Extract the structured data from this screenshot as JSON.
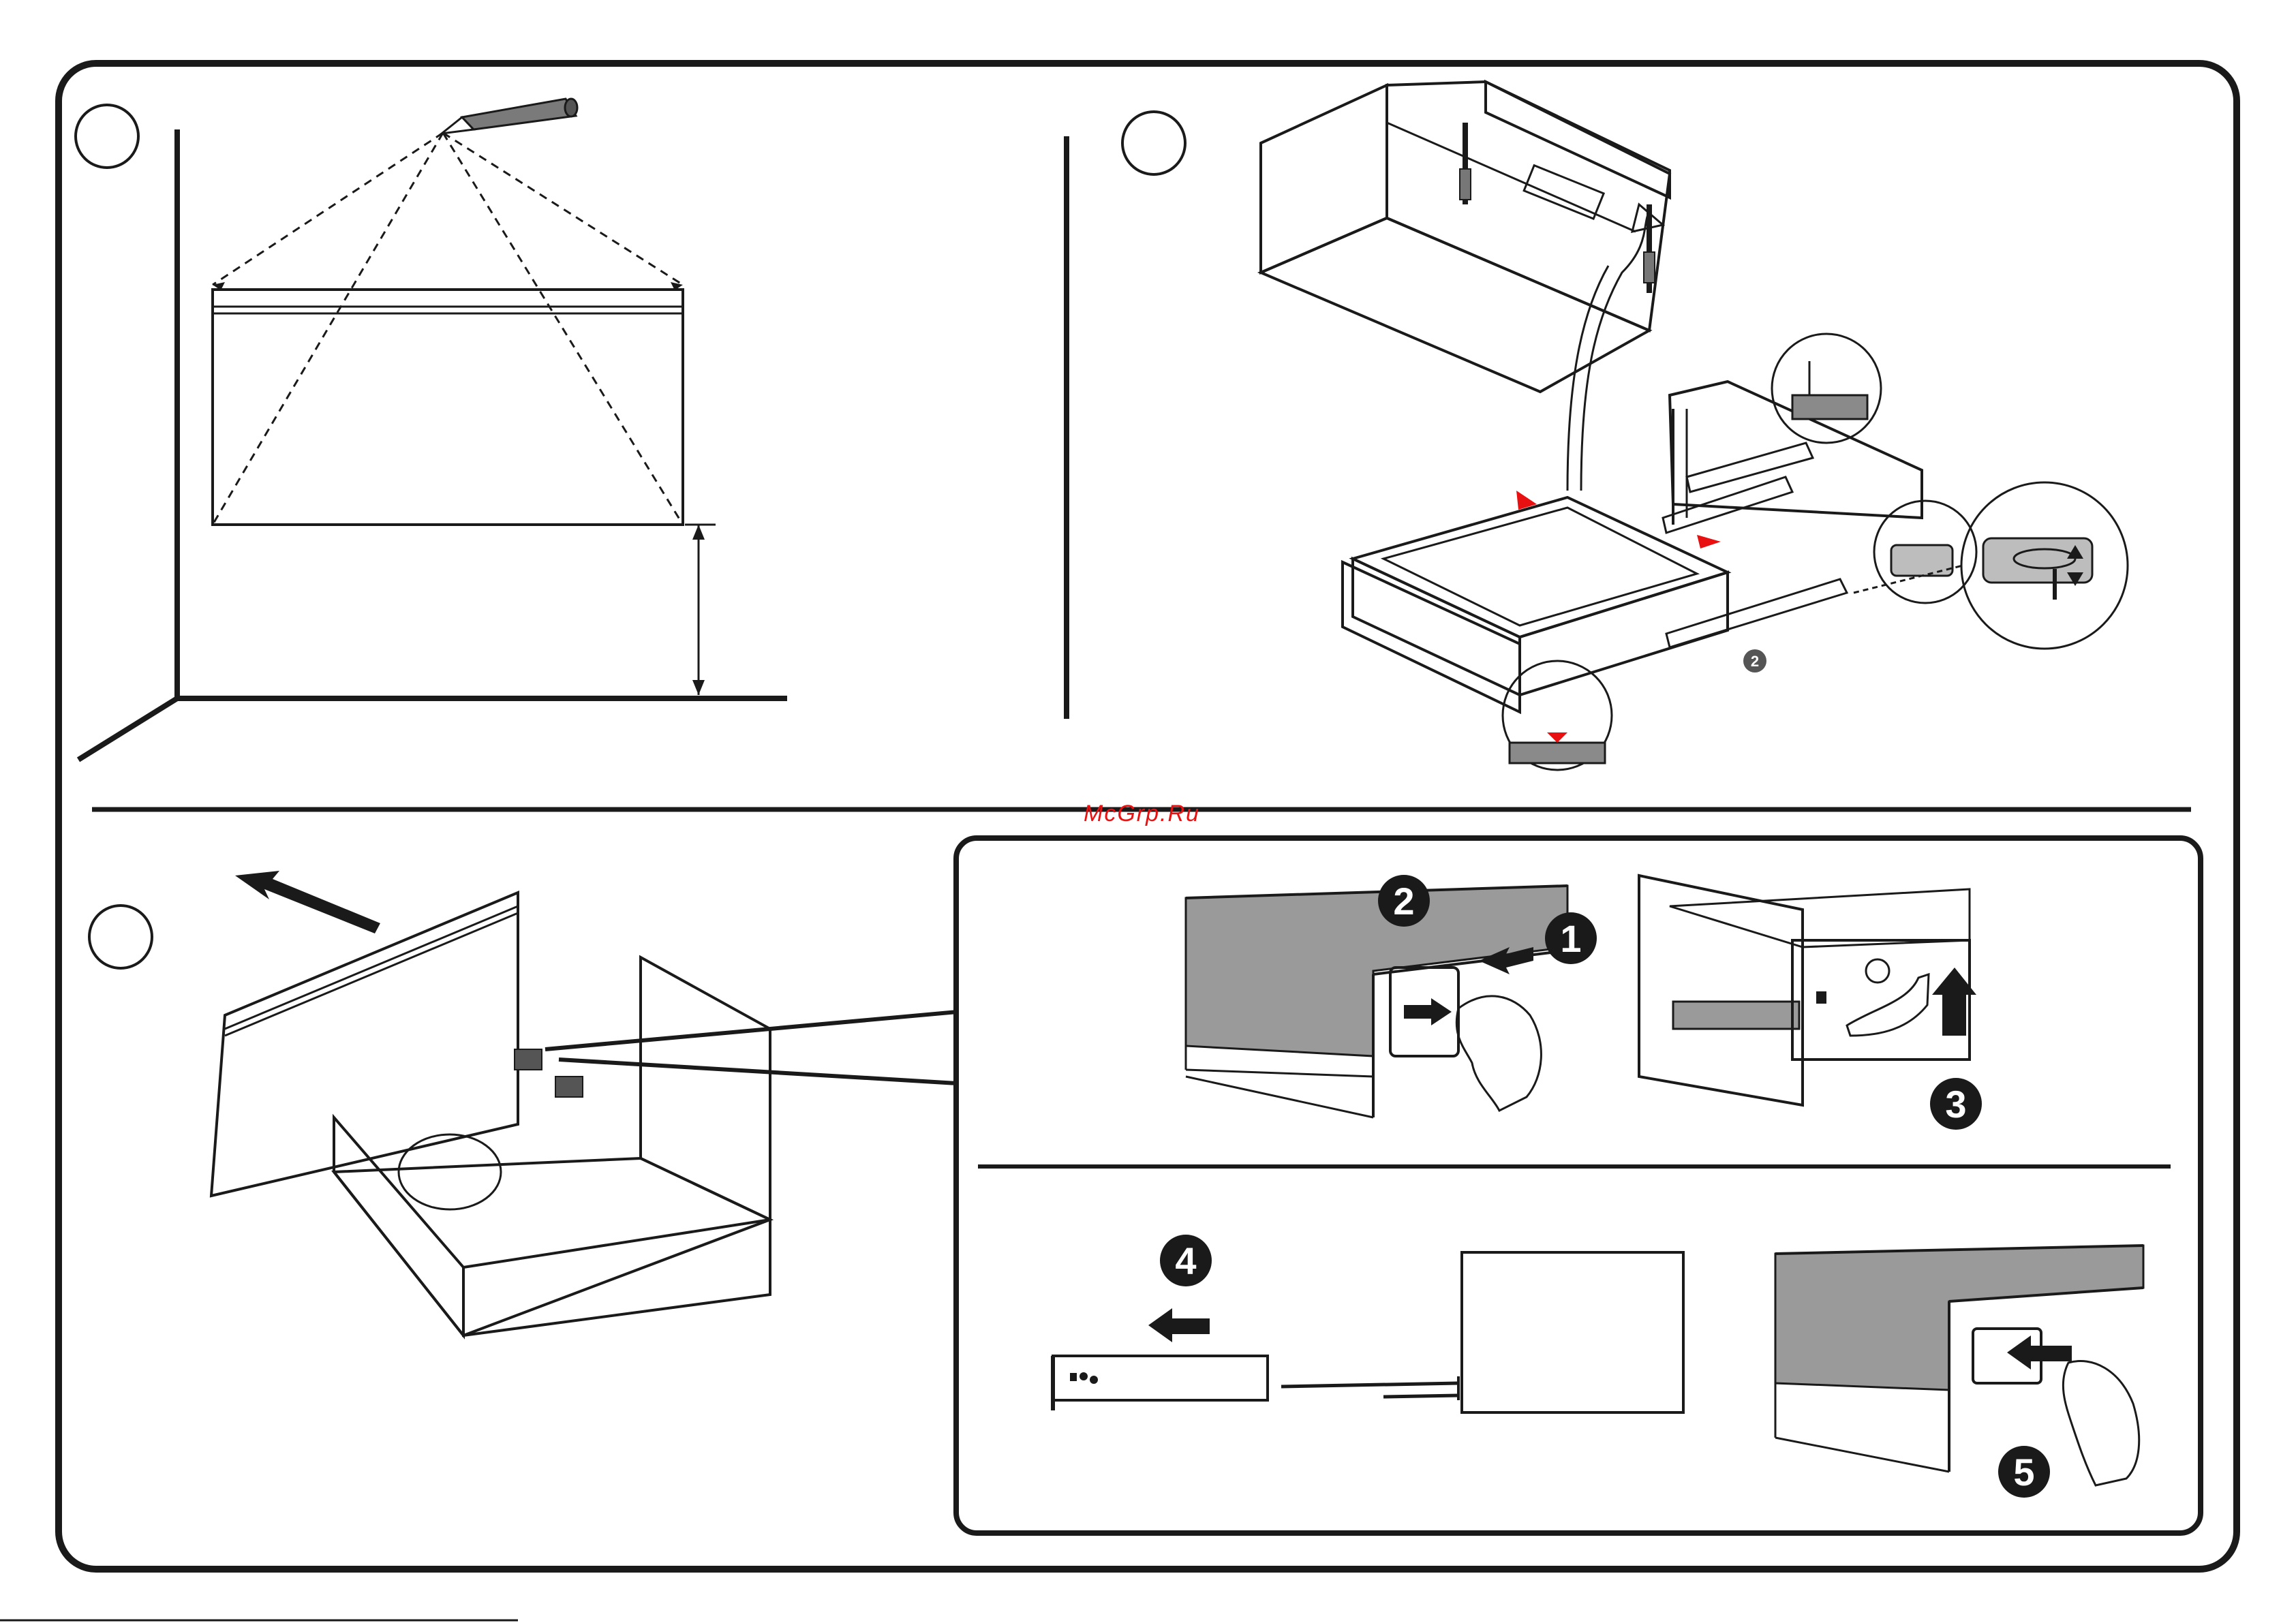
{
  "watermark": "McGrp.Ru",
  "steps": {
    "s1": "1",
    "s2": "2",
    "s3": "3",
    "s4": "4",
    "s5": "5",
    "rail_callout": "2"
  },
  "colors": {
    "line": "#1a1a1a",
    "panel_gray": "#9a9a9a",
    "marker_red": "#e81010"
  }
}
